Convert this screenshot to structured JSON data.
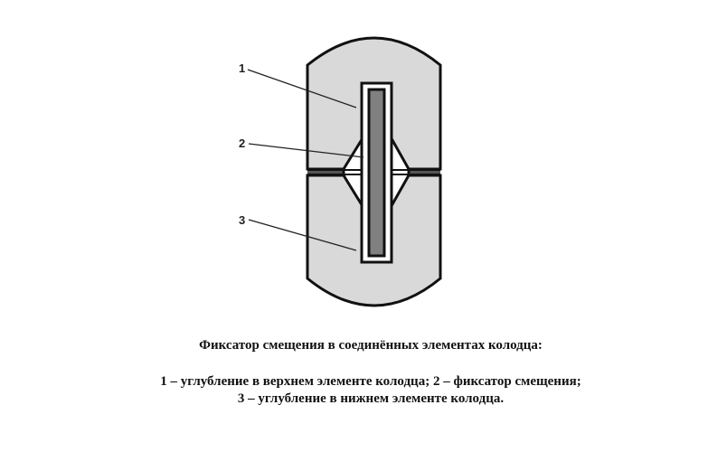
{
  "diagram": {
    "labels": [
      "1",
      "2",
      "3"
    ],
    "colors": {
      "body": "#d9d9d9",
      "bar": "#808080",
      "outline": "#111111"
    }
  },
  "caption": {
    "title": "Фиксатор смещения в соединённых элементах колодца:",
    "line1": "1 – углубление в верхнем элементе колодца; 2 – фиксатор смещения;",
    "line2": "3 – углубление в нижнем элементе колодца."
  }
}
